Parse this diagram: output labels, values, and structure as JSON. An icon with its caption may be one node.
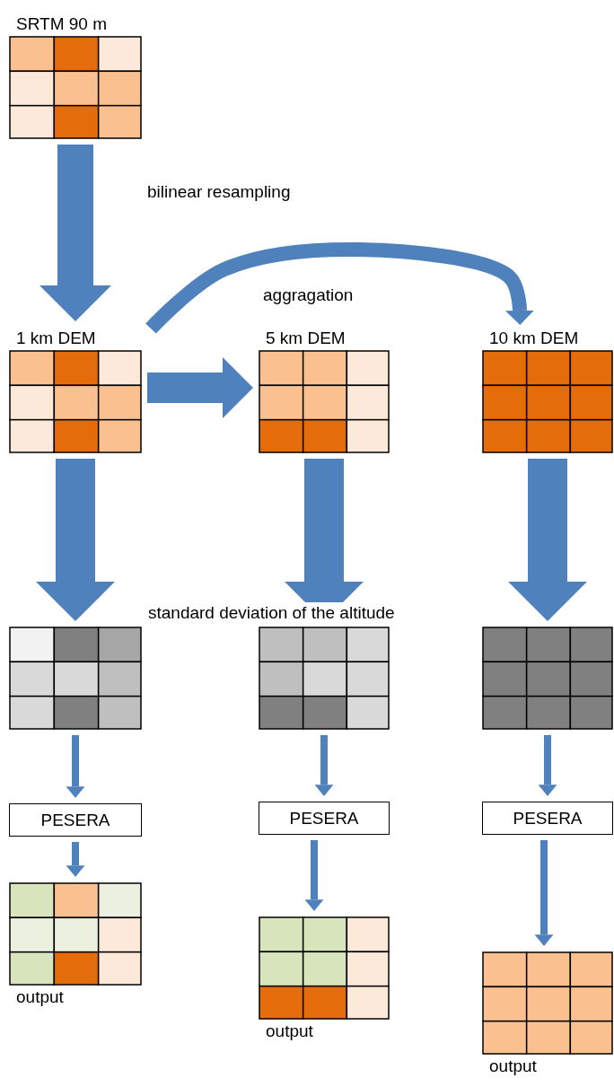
{
  "diagram": {
    "nodes": [
      {
        "text": [
          "SRTM 90 m"
        ]
      },
      {
        "text": [
          "1 km DEM"
        ]
      },
      {
        "text": [
          "5 km DEM"
        ]
      },
      {
        "text": [
          "10 km DEM"
        ]
      },
      {
        "text": [],
        "shape": "grid"
      },
      {
        "text": [],
        "shape": "grid"
      },
      {
        "text": [],
        "shape": "grid"
      },
      {
        "text": [
          "PESERA"
        ]
      },
      {
        "text": [
          "PESERA"
        ]
      },
      {
        "text": [
          "PESERA"
        ]
      },
      {
        "text": [
          "output"
        ]
      },
      {
        "text": [
          "output"
        ]
      },
      {
        "text": [
          "output"
        ]
      }
    ],
    "edges": [
      {
        "from": 0,
        "to": 1,
        "arrow": "to",
        "label": "bilinear resampling",
        "style": "thick"
      },
      {
        "from": 1,
        "to": 2,
        "arrow": "to",
        "style": "thick"
      },
      {
        "from": 1,
        "to": 3,
        "arrow": "to",
        "label": "aggragation",
        "style": "thick"
      },
      {
        "from": 1,
        "to": 4,
        "arrow": "to",
        "style": "thick"
      },
      {
        "from": 2,
        "to": 5,
        "arrow": "to",
        "style": "thick"
      },
      {
        "from": 3,
        "to": 6,
        "arrow": "to",
        "style": "thick"
      },
      {
        "from": 4,
        "to": 7,
        "arrow": "to"
      },
      {
        "from": 5,
        "to": 8,
        "arrow": "to"
      },
      {
        "from": 6,
        "to": 9,
        "arrow": "to"
      },
      {
        "from": 7,
        "to": 10,
        "arrow": "to"
      },
      {
        "from": 8,
        "to": 11,
        "arrow": "to"
      },
      {
        "from": 9,
        "to": 12,
        "arrow": "to"
      }
    ],
    "labels": [
      "standard deviation of the altitude"
    ]
  }
}
